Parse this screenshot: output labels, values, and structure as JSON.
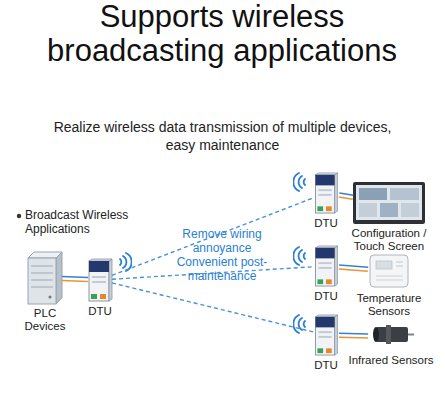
{
  "diagram": {
    "title": "Supports wireless broadcasting applications",
    "nodes": [
      {
        "text": [
          "PLC Devices"
        ]
      },
      {
        "text": [
          "DTU"
        ]
      },
      {
        "text": [
          "DTU"
        ]
      },
      {
        "text": [
          "Configuration / Touch Screen"
        ]
      },
      {
        "text": [
          "DTU"
        ]
      },
      {
        "text": [
          "Temperature Sensors"
        ]
      },
      {
        "text": [
          "DTU"
        ]
      },
      {
        "text": [
          "Infrared Sensors"
        ]
      }
    ],
    "edges": [
      {
        "from": 0,
        "to": 1,
        "arrow": "none"
      },
      {
        "from": 1,
        "to": 2,
        "arrow": "none"
      },
      {
        "from": 1,
        "to": 4,
        "arrow": "none"
      },
      {
        "from": 1,
        "to": 6,
        "arrow": "none"
      },
      {
        "from": 2,
        "to": 3,
        "arrow": "none"
      },
      {
        "from": 4,
        "to": 5,
        "arrow": "none"
      },
      {
        "from": 6,
        "to": 7,
        "arrow": "none"
      }
    ],
    "labels": [
      "Realize wireless data transmission of multiple devices, easy maintenance",
      "Broadcast Wireless Applications",
      "Remove wiring annoyance",
      "Convenient post-maintenance"
    ]
  }
}
